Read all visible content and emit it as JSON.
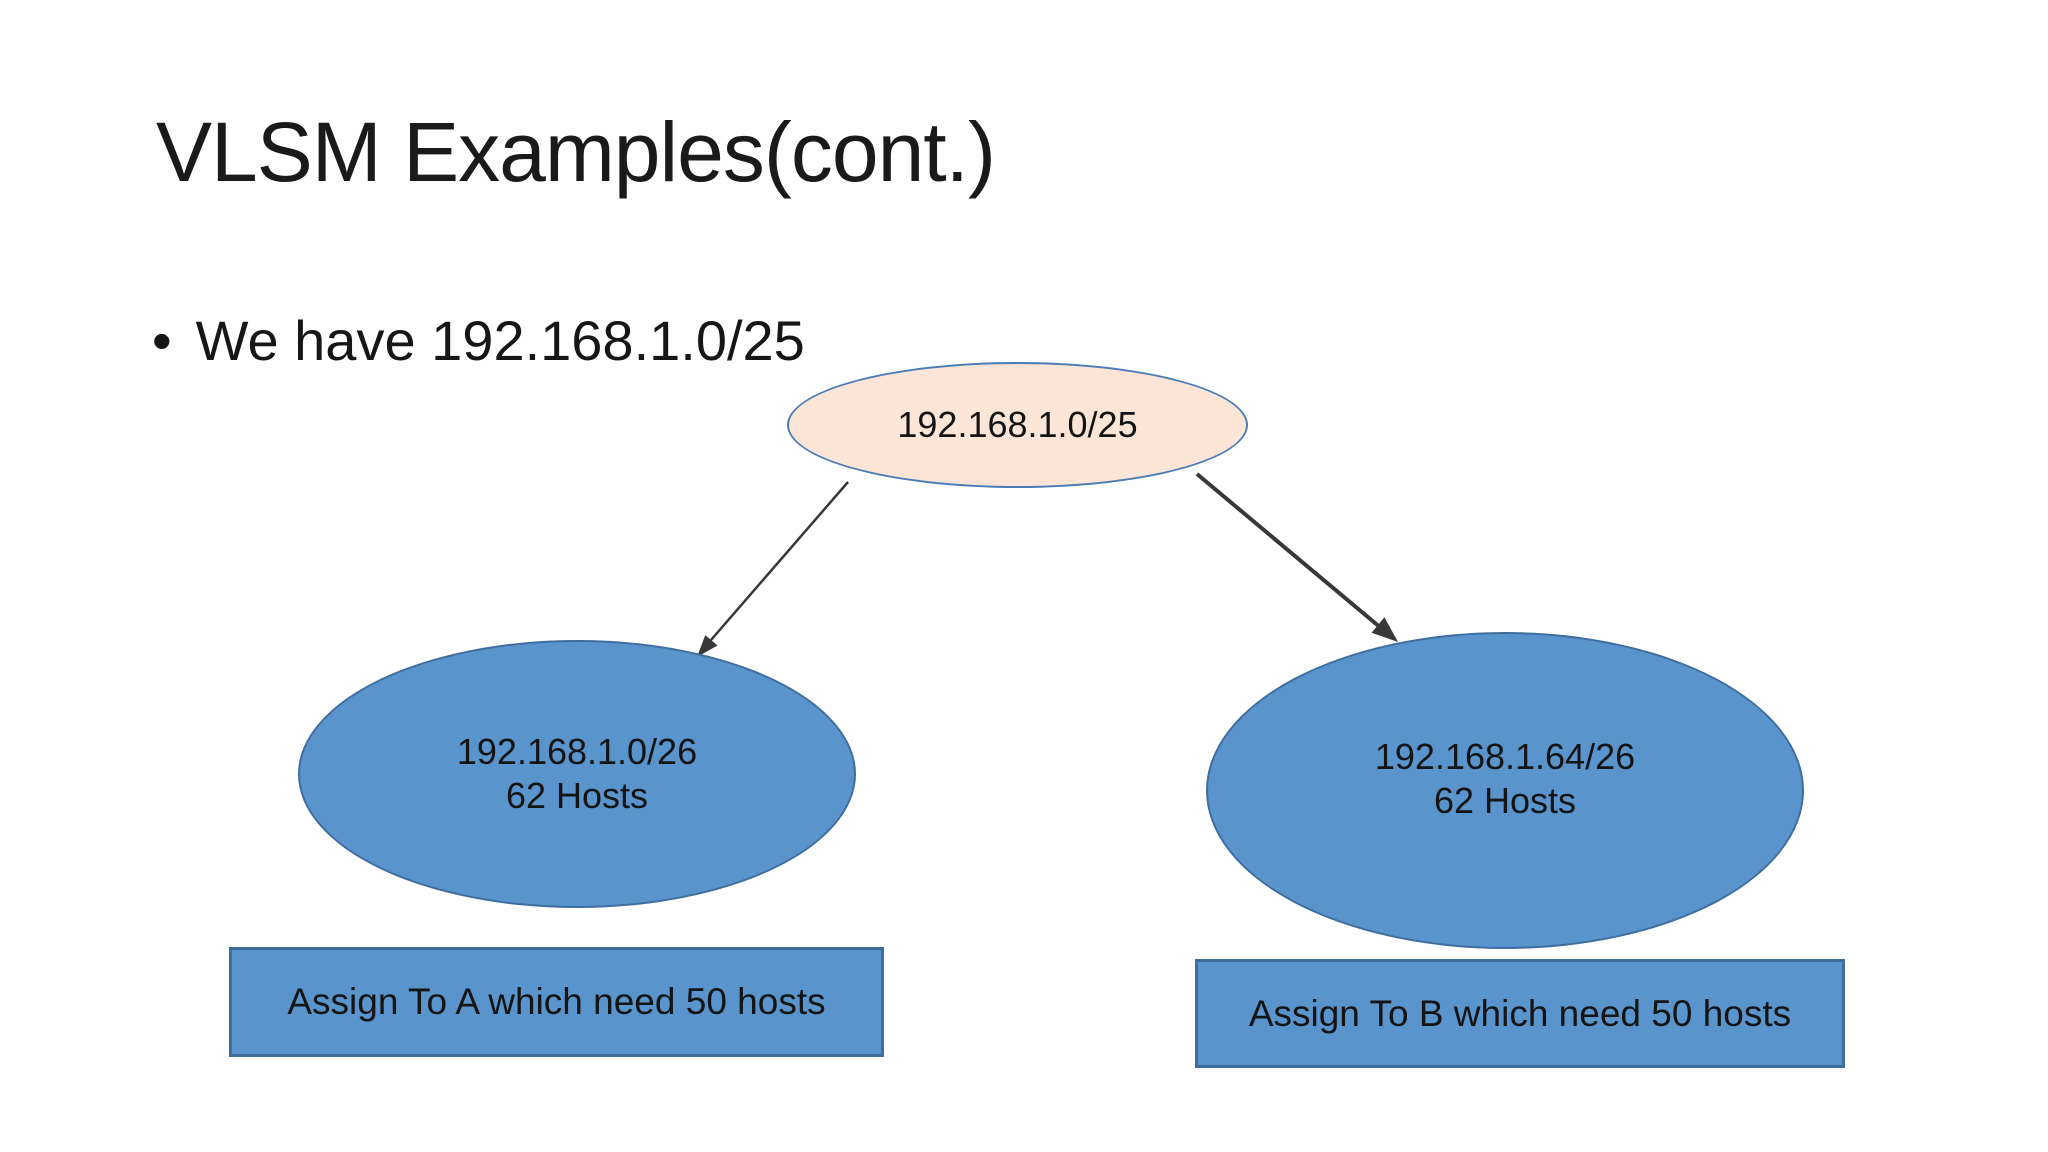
{
  "slide": {
    "title": "VLSM Examples(cont.)",
    "bullet_glyph": "•",
    "bullet_text": "We have 192.168.1.0/25"
  },
  "diagram": {
    "root_network": {
      "label": "192.168.1.0/25",
      "fill_color": "#fbe5d6",
      "border_color": "#4a7cb5"
    },
    "left_subnet": {
      "address": "192.168.1.0/26",
      "hosts": "62 Hosts",
      "fill_color": "#5994cc",
      "border_color": "#3f6e9e"
    },
    "right_subnet": {
      "address": "192.168.1.64/26",
      "hosts": "62 Hosts",
      "fill_color": "#5994cc",
      "border_color": "#3f6e9e"
    },
    "left_assignment": {
      "label": "Assign To A which need 50 hosts"
    },
    "right_assignment": {
      "label": "Assign To B which need 50 hosts"
    },
    "arrow_color": "#383838",
    "text_color": "#141414"
  }
}
